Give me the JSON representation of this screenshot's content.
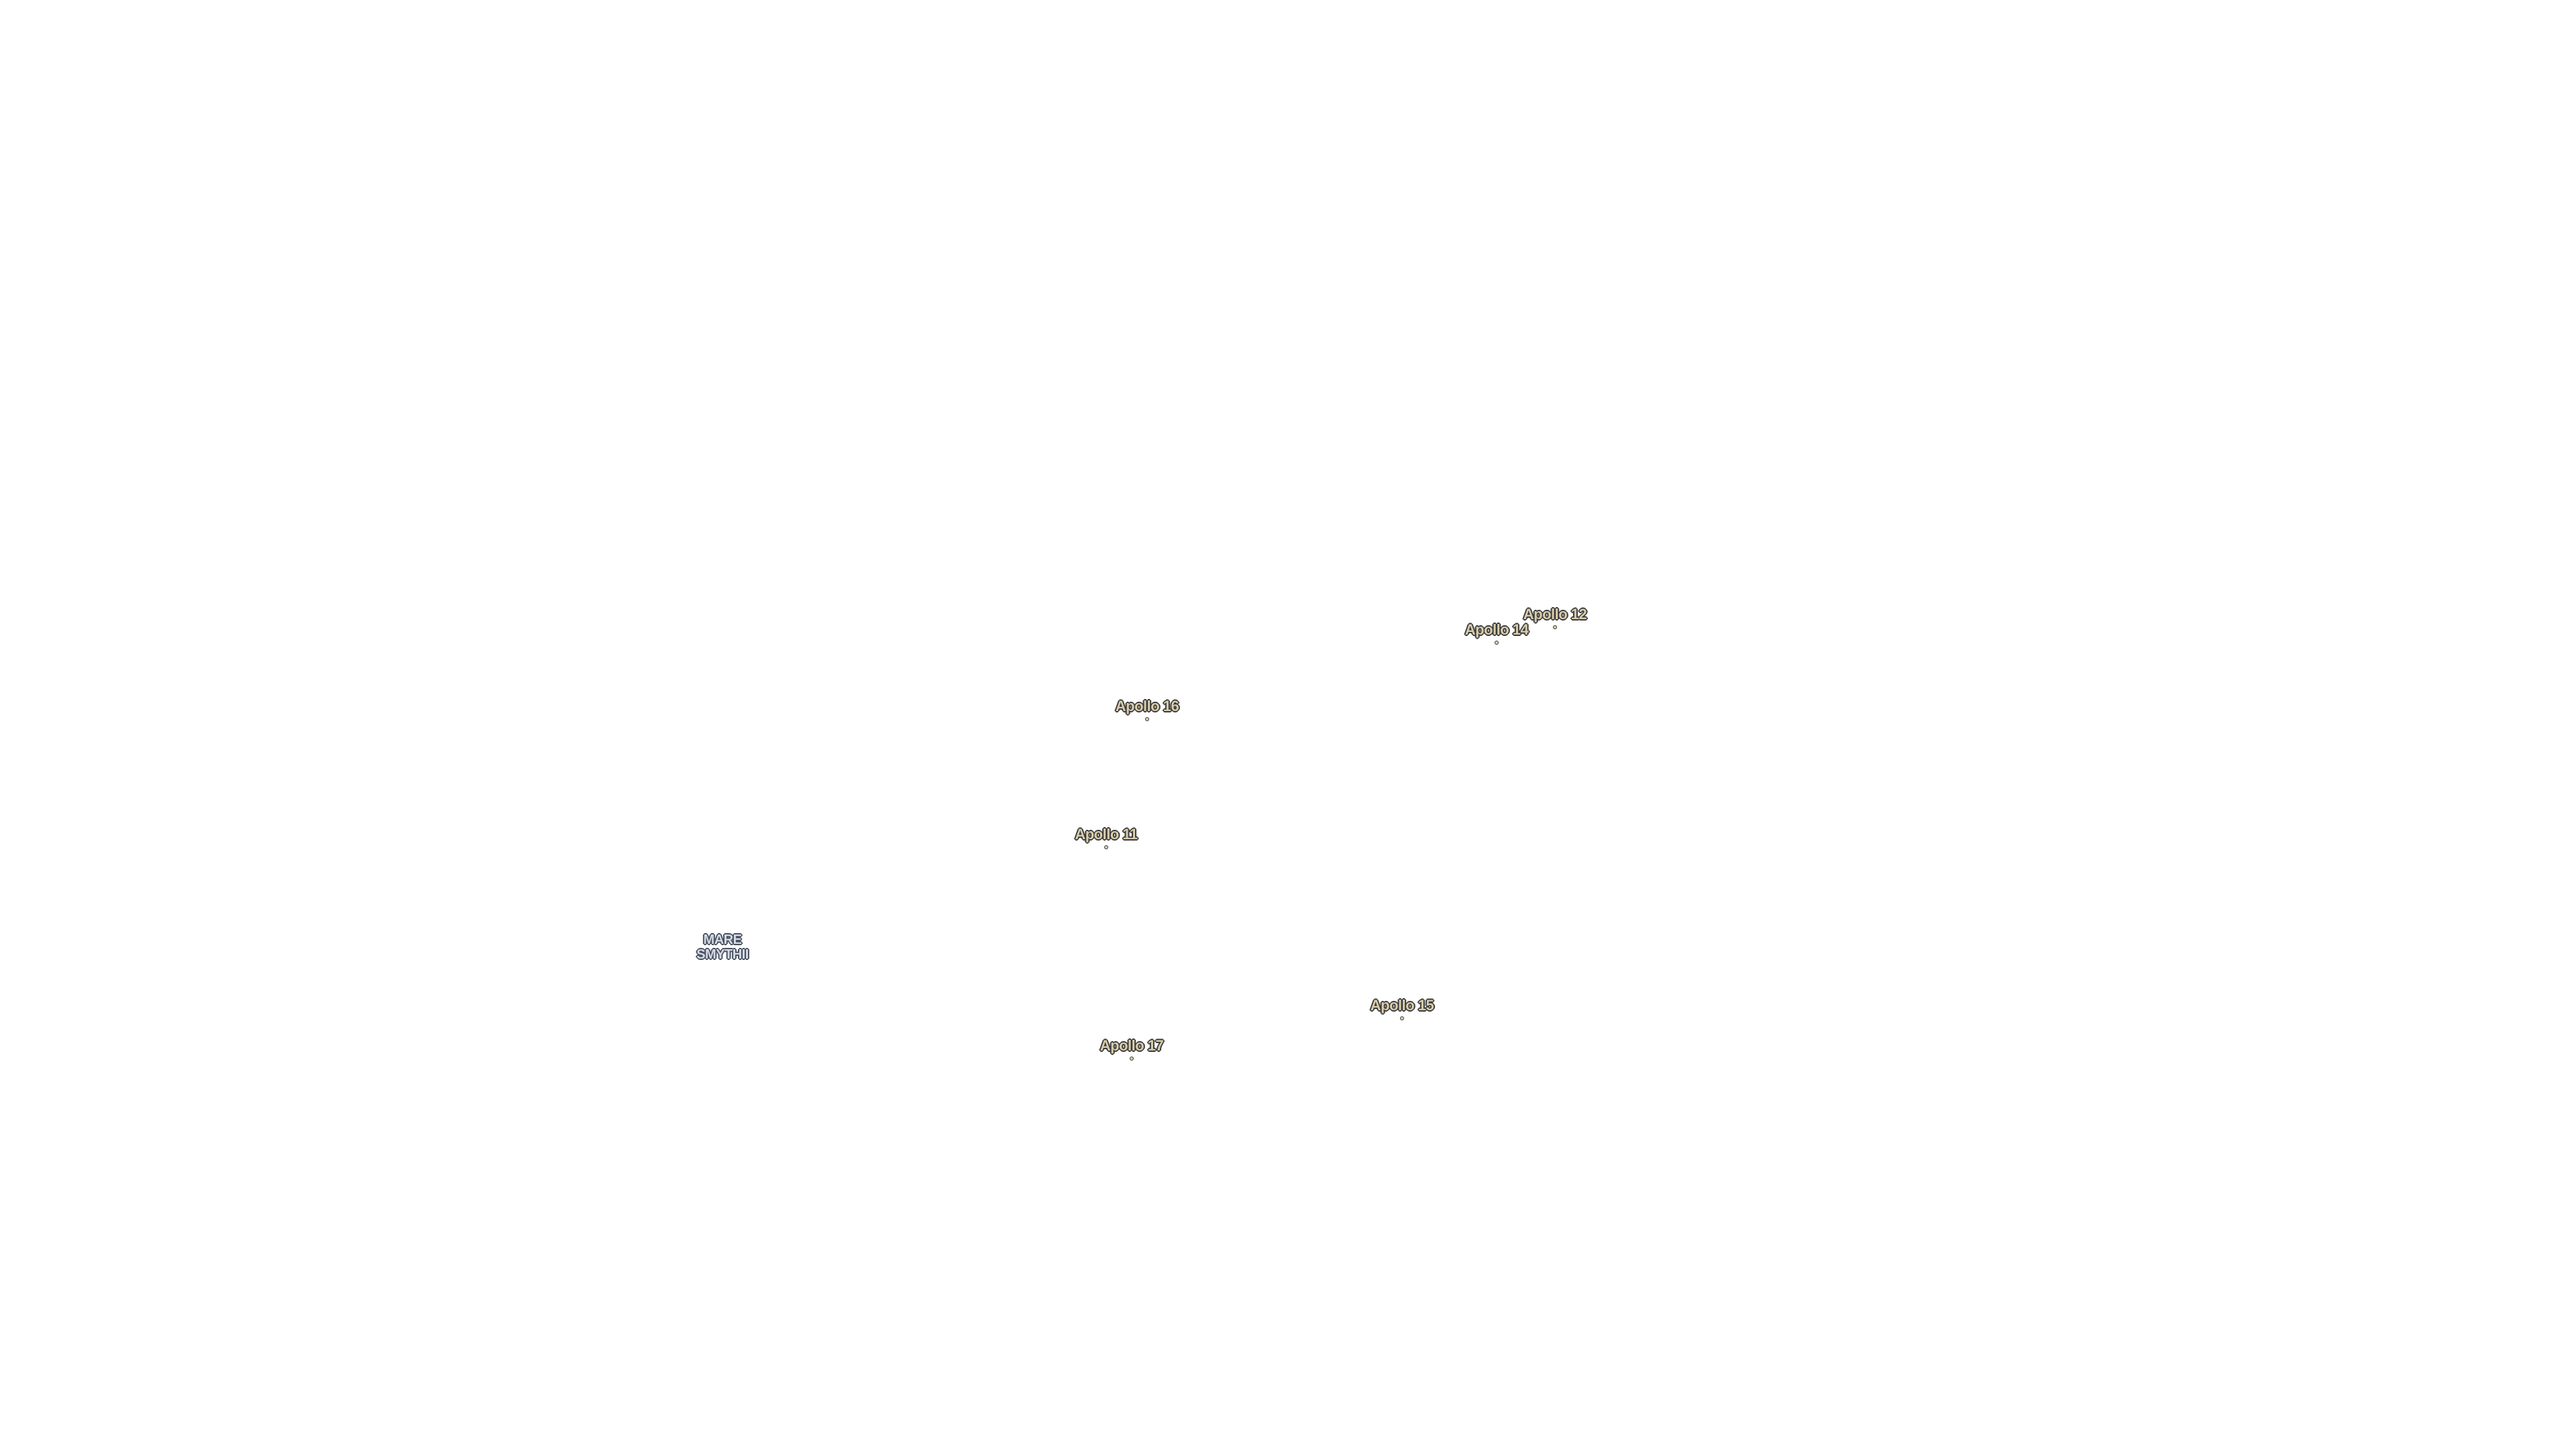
{
  "map": {
    "landing_sites": [
      {
        "id": "apollo-12",
        "label": "Apollo 12"
      },
      {
        "id": "apollo-14",
        "label": "Apollo 14"
      },
      {
        "id": "apollo-16",
        "label": "Apollo 16"
      },
      {
        "id": "apollo-11",
        "label": "Apollo 11"
      },
      {
        "id": "apollo-15",
        "label": "Apollo 15"
      },
      {
        "id": "apollo-17",
        "label": "Apollo 17"
      }
    ],
    "regions": [
      {
        "id": "mare-smythii",
        "line1": "MARE",
        "line2": "SMYTHII"
      }
    ],
    "colors": {
      "site_label_fill": "#d8ccab",
      "site_label_halo": "#3a3a3a",
      "region_label_fill": "#d4dbe6",
      "region_label_halo": "#4a5160"
    }
  }
}
